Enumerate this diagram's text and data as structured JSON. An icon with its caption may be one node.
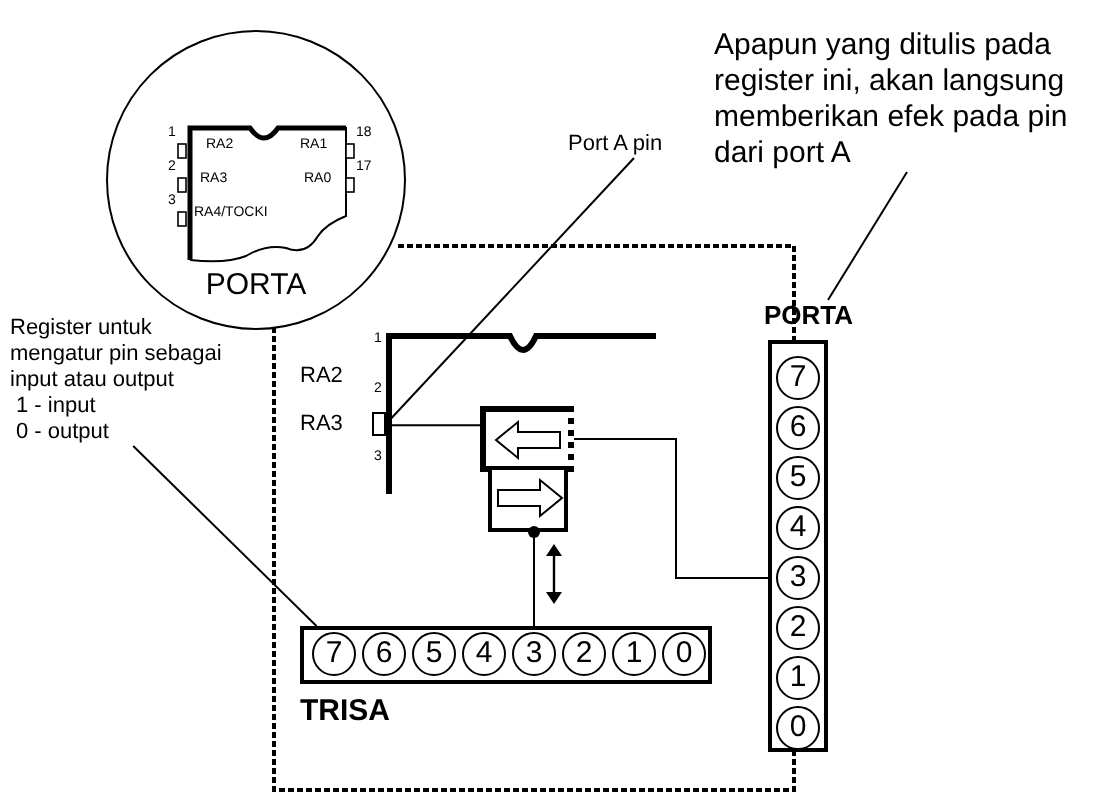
{
  "diagram": {
    "nodes": [
      {
        "text": [
          "PORTA"
        ]
      },
      {
        "text": [
          "Apapun yang ditulis pada register ini, akan langsung memberikan efek pada pin dari port A"
        ]
      },
      {
        "text": [
          "Port A pin"
        ]
      },
      {
        "text": [
          "Register untuk mengatur pin sebagai input atau output",
          "1 - input",
          "0 - output"
        ]
      },
      {
        "text": [],
        "shape": "box"
      },
      {
        "text": [],
        "shape": "box"
      },
      {
        "text": [],
        "shape": "box",
        "in": 4
      },
      {
        "text": [],
        "shape": "box",
        "in": 4
      },
      {
        "text": [
          "PORTA"
        ]
      },
      {
        "text": [
          "7"
        ],
        "in": 8
      },
      {
        "text": [
          "6"
        ],
        "in": 8
      },
      {
        "text": [
          "5"
        ],
        "in": 8
      },
      {
        "text": [
          "4"
        ],
        "in": 8
      },
      {
        "text": [
          "3"
        ],
        "in": 8
      },
      {
        "text": [
          "2"
        ],
        "in": 8
      },
      {
        "text": [
          "1"
        ],
        "in": 8
      },
      {
        "text": [
          "0"
        ],
        "in": 8
      },
      {
        "text": [
          "TRISA"
        ]
      },
      {
        "text": [
          "7"
        ],
        "in": 17
      },
      {
        "text": [
          "6"
        ],
        "in": 17
      },
      {
        "text": [
          "5"
        ],
        "in": 17
      },
      {
        "text": [
          "4"
        ],
        "in": 17
      },
      {
        "text": [
          "3"
        ],
        "in": 17
      },
      {
        "text": [
          "2"
        ],
        "in": 17
      },
      {
        "text": [
          "1"
        ],
        "in": 17
      },
      {
        "text": [
          "0"
        ],
        "in": 17
      }
    ],
    "edges": [
      {
        "from": 1,
        "to": 8,
        "arrow": "none"
      },
      {
        "from": 2,
        "to": 5,
        "arrow": "none"
      },
      {
        "from": 3,
        "to": 17,
        "arrow": "none"
      },
      {
        "from": 5,
        "to": 6,
        "arrow": "none"
      },
      {
        "from": 6,
        "to": 13,
        "arrow": "none"
      },
      {
        "from": 22,
        "to": 7,
        "arrow": "other"
      }
    ],
    "labels": [
      "1",
      "RA2",
      "RA1",
      "18",
      "2",
      "RA3",
      "RA0",
      "17",
      "3",
      "RA4/TOCKI",
      "1",
      "RA2",
      "2",
      "RA3",
      "3"
    ]
  }
}
